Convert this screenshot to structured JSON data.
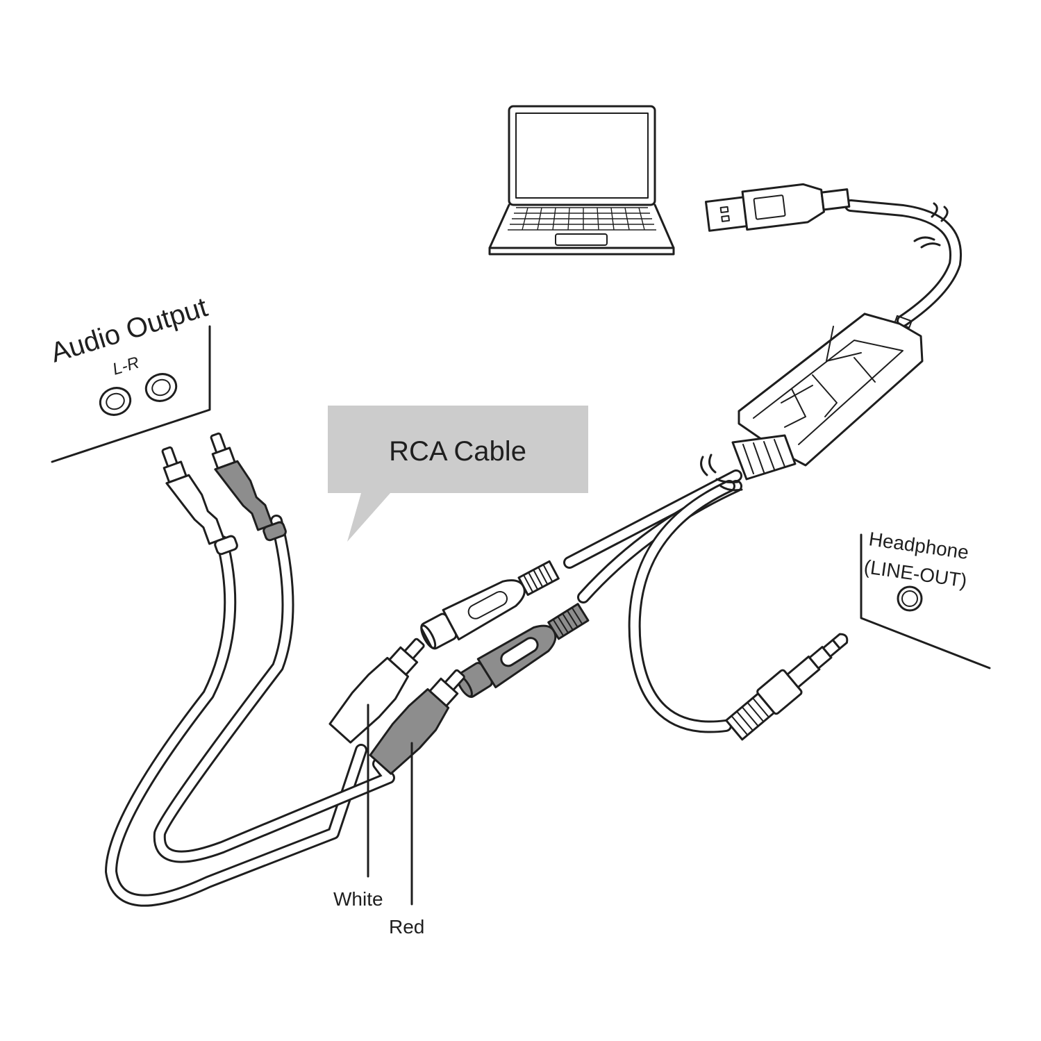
{
  "labels": {
    "audio_output": "Audio Output",
    "l_r": "L-R",
    "rca_cable": "RCA Cable",
    "headphone_line1": "Headphone",
    "headphone_line2": "(LINE-OUT)",
    "white": "White",
    "red": "Red"
  },
  "colors": {
    "line": "#1e1e1e",
    "callout_fill": "#cccccc",
    "red_plug_fill": "#8d8d8d",
    "background": "#ffffff"
  },
  "icons": [
    "laptop-icon",
    "usb-plug-icon",
    "usb-sound-adapter-icon",
    "rca-plug-icon",
    "rca-jack-icon",
    "audio-jack-35mm-icon"
  ]
}
